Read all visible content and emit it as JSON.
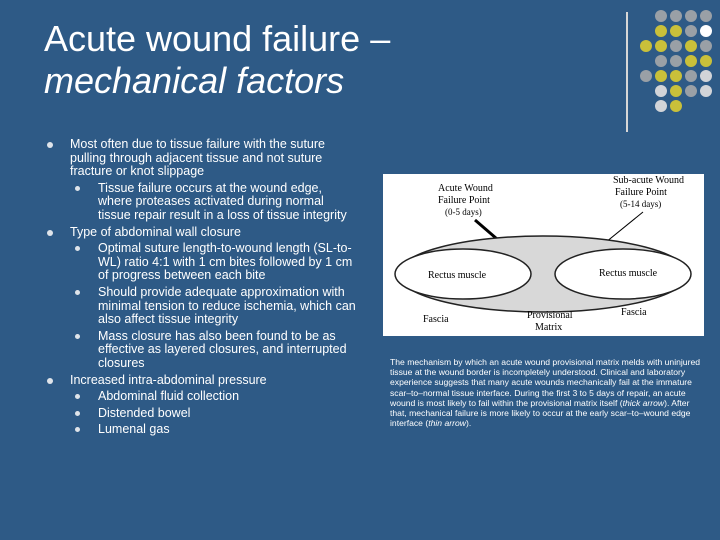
{
  "title": {
    "line1": "Acute wound failure –",
    "line2": "mechanical factors"
  },
  "decor": {
    "colors": [
      "#9aa0a6",
      "#c9c03a",
      "#d2d4d8",
      "#ffffff"
    ]
  },
  "bullets": [
    {
      "text": "Most often due to tissue failure with the suture pulling through adjacent tissue and not suture fracture or knot slippage",
      "sub": [
        "Tissue failure occurs at the wound edge, where proteases activated during normal tissue repair result in a loss of tissue integrity"
      ]
    },
    {
      "text": "Type of abdominal wall closure",
      "sub": [
        "Optimal suture length-to-wound length (SL-to-WL) ratio 4:1 with 1 cm bites followed by 1 cm of progress between each bite",
        "Should provide adequate approximation with minimal tension to reduce ischemia, which can also affect tissue integrity",
        "Mass closure has also been found to be as effective as layered closures, and interrupted closures"
      ]
    },
    {
      "text": "Increased intra-abdominal pressure",
      "sub": [
        "Abdominal fluid collection",
        "Distended bowel",
        "Lumenal gas"
      ]
    }
  ],
  "figure": {
    "acute_label_1": "Acute Wound",
    "acute_label_2": "Failure Point",
    "acute_label_3": "(0-5 days)",
    "subacute_label_1": "Sub-acute Wound",
    "subacute_label_2": "Failure Point",
    "subacute_label_3": "(5-14 days)",
    "rectus_left": "Rectus muscle",
    "rectus_right": "Rectus muscle",
    "fascia_left": "Fascia",
    "fascia_right": "Fascia",
    "matrix_1": "Provisional",
    "matrix_2": "Matrix"
  },
  "caption": {
    "part1": "The mechanism by which an acute wound provisional matrix melds with uninjured tissue at the wound border is incompletely understood. Clinical and laboratory experience suggests that many acute wounds mechanically fail at the immature scar–to–normal tissue interface. During the first 3 to 5 days of repair, an acute wound is most likely to fail within the provisional matrix itself (",
    "thick": "thick arrow",
    "part2": "). After that, mechanical failure is more likely to occur at the early scar–to–wound edge interface (",
    "thin": "thin arrow",
    "part3": ")."
  }
}
